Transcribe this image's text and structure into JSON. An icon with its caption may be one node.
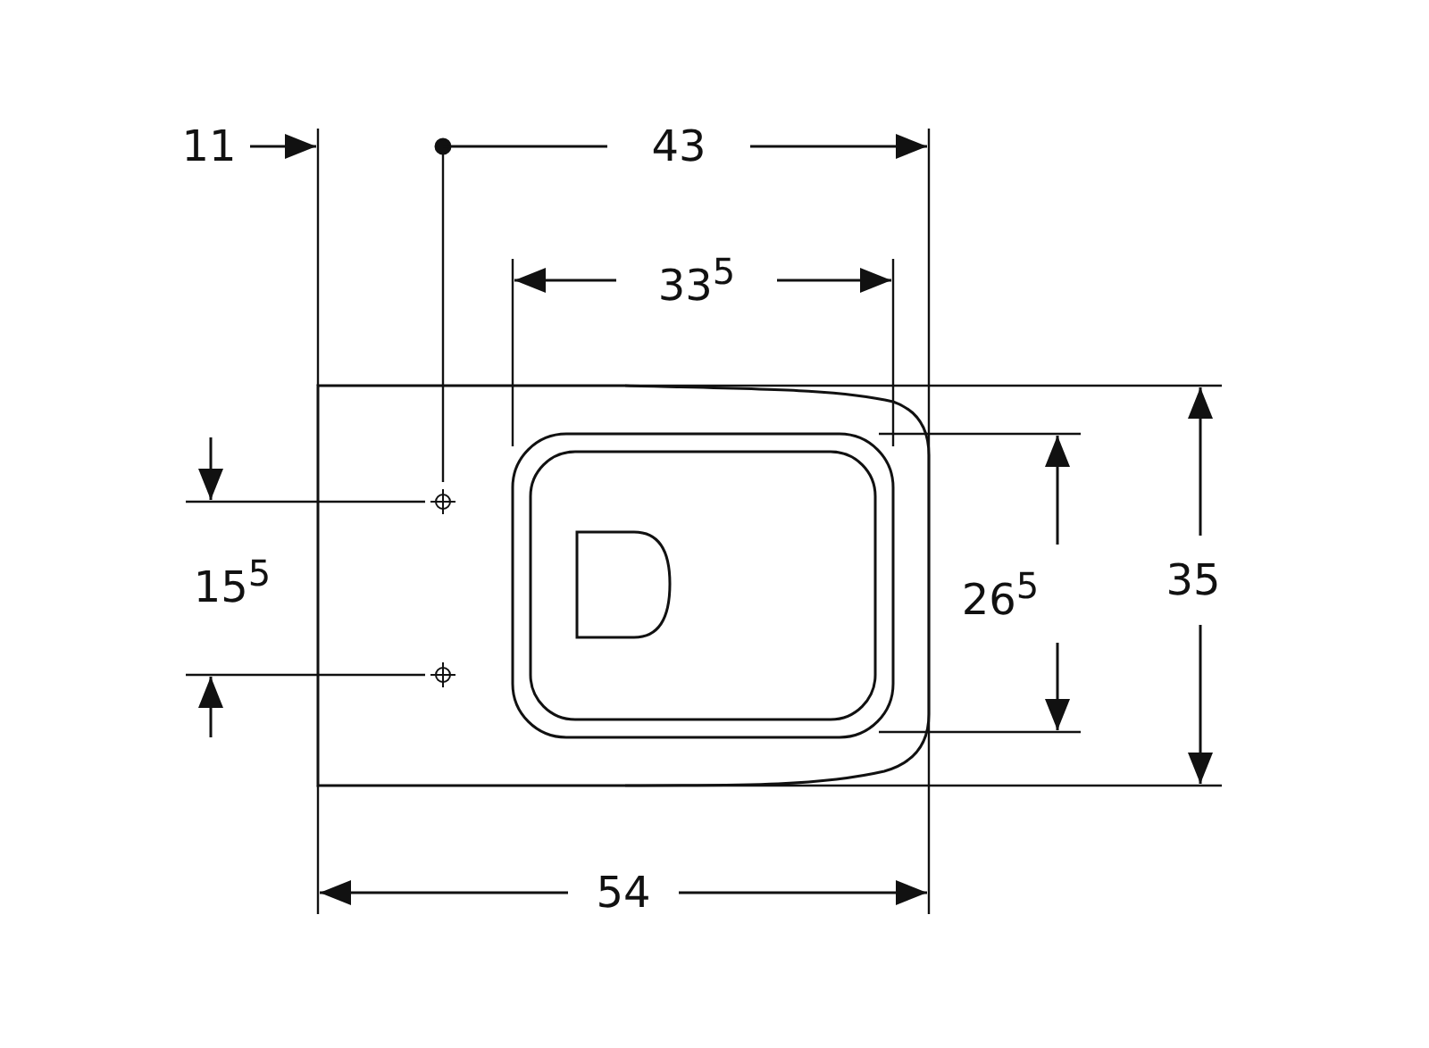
{
  "diagram": {
    "labels": [
      "11",
      "43",
      "33$^{5}$",
      "15$^{5}$",
      "26$^{5}$",
      "35",
      "54"
    ]
  }
}
